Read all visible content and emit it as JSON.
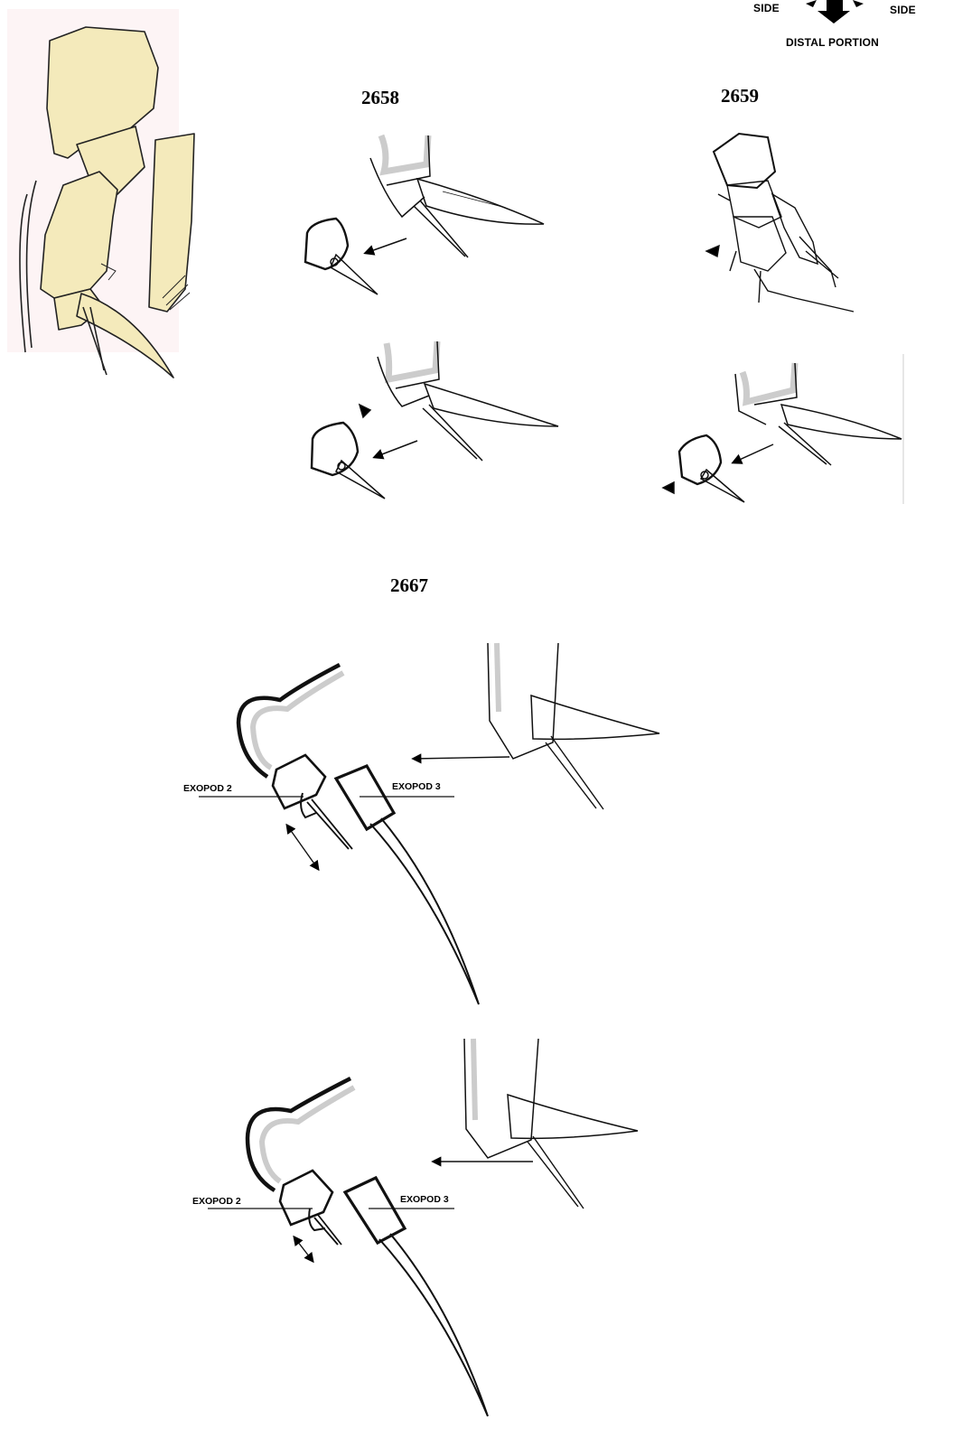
{
  "figures": {
    "fig_2658": "2658",
    "fig_2659": "2659",
    "fig_2667": "2667"
  },
  "orientation": {
    "side_left": "SIDE",
    "side_right": "SIDE",
    "distal": "DISTAL PORTION"
  },
  "labels": {
    "exopod2_a": "EXOPOD 2",
    "exopod3_a": "EXOPOD 3",
    "exopod2_b": "EXOPOD 2",
    "exopod3_b": "EXOPOD 3"
  },
  "colors": {
    "segment_fill": "#f4eabb",
    "ink": "#000000",
    "shadow": "#c8c8c8"
  }
}
